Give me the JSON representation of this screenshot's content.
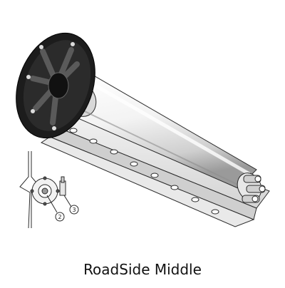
{
  "caption": "RoadSide Middle",
  "detail_view": {
    "callout_1": "2",
    "callout_2": "3"
  },
  "colors": {
    "line": "#2a2a2a",
    "disc_dark": "#1c1c1c",
    "tube_light": "#f4f4f4",
    "tube_shade": "#c9c9c9",
    "bracket": "#e6e6e6"
  }
}
